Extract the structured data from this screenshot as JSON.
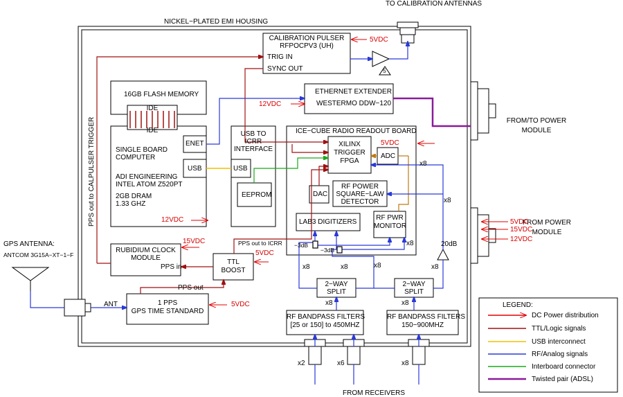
{
  "labels": {
    "to_calibration_antennas": "TO CALIBRATION ANTENNAS",
    "housing": "NICKEL−PLATED EMI HOUSING",
    "cal_pulser_title": "CALIBRATION  PULSER",
    "cal_pulser_part": "RFPOCPV3 (UH)",
    "trig_in": "TRIG IN",
    "sync_out": "SYNC OUT",
    "v5_pulser": "5VDC",
    "amp_gain": "5",
    "flash_memory": "16GB FLASH MEMORY",
    "ide_top": "IDE",
    "ide_bottom": "IDE",
    "ethernet_extender": "ETHERNET EXTENDER",
    "westermo": "WESTERMO DDW−120",
    "v12_ethernet": "12VDC",
    "from_to_power_1": "FROM/TO POWER",
    "from_to_power_2": "MODULE",
    "radio_board": "ICE−CUBE RADIO  READOUT BOARD",
    "v5_board": "5VDC",
    "enet": "ENET",
    "sbc_1": "SINGLE BOARD",
    "sbc_2": "COMPUTER",
    "usb_left": "USB",
    "adi_1": "ADI ENGINEERING",
    "adi_2": "INTEL ATOM Z520PT",
    "dram_1": "2GB DRAM",
    "dram_2": "1.33 GHZ",
    "v12_sbc": "12VDC",
    "usb_icrr_1": "USB TO",
    "usb_icrr_2": "ICRR",
    "usb_icrr_3": "INTERFACE",
    "usb_right": "USB",
    "eeprom": "EEPROM",
    "fpga_1": "XILINX",
    "fpga_2": "TRIGGER",
    "fpga_3": "FPGA",
    "adc": "ADC",
    "x8_adc": "x8",
    "dac": "DAC",
    "rfpower_1": "RF POWER",
    "rfpower_2": "SQUARE−LAW",
    "rfpower_3": "DETECTOR",
    "x8_det": "x8",
    "lab3": "LAB3 DIGITIZERS",
    "rfpwr_mon_1": "RF PWR",
    "rfpwr_mon_2": "MONITOR",
    "from_power_1": "FROM POWER",
    "from_power_2": "MODULE",
    "v5_pwr": "5VDC",
    "v15_pwr": "15VDC",
    "v12_pwr": "12VDC",
    "calpulser_trigger_vertical": "PPS out to CALPULSER TRIGGER",
    "rb_1": "RUBIDIUM CLOCK",
    "rb_2": "MODULE",
    "pps_in": "PPS in",
    "v15_rb": "15VDC",
    "pps_icrr": "PPS out to ICRR",
    "ttl_1": "TTL",
    "ttl_2": "BOOST",
    "v5_ttl": "5VDC",
    "att_3db_1": "−3dB",
    "att_3db_2": "−3dB",
    "x8_mon": "x8",
    "x8_a": "x8",
    "x8_b": "x8",
    "x8_c": "x8",
    "x8_d": "x8",
    "db20": "20dB",
    "gps_antenna_1": "GPS ANTENNA:",
    "gps_antenna_2": "ANTCOM 3G15A−XT−1−F",
    "ant": "ANT",
    "pps_out": "PPS out",
    "gps_std_1": "1 PPS",
    "gps_std_2": "GPS TIME STANDARD",
    "v5_gps": "5VDC",
    "split1_1": "2−WAY",
    "split1_2": "SPLIT",
    "split2_1": "2−WAY",
    "split2_2": "SPLIT",
    "filt1_1": "RF BANDPASS FILTERS",
    "filt1_2": "[25 or 150] to 450MHZ",
    "filt2_1": "RF BANDPASS FILTERS",
    "filt2_2": "150−900MHZ",
    "x2": "x2",
    "x6": "x6",
    "x8_bottom": "x8",
    "from_receivers": "FROM RECEIVERS"
  },
  "legend": {
    "title": "LEGEND:",
    "items": [
      {
        "label": "DC Power distribution",
        "color": "#e00000",
        "style": "arrow"
      },
      {
        "label": "TTL/Logic signals",
        "color": "#a01010",
        "style": "line"
      },
      {
        "label": "USB interconnect",
        "color": "#f0c000",
        "style": "line"
      },
      {
        "label": "RF/Analog signals",
        "color": "#2a3ad8",
        "style": "line"
      },
      {
        "label": "Interboard connector",
        "color": "#1aa81a",
        "style": "line"
      },
      {
        "label": "Twisted pair (ADSL)",
        "color": "#8a1a9a",
        "style": "line"
      }
    ]
  }
}
